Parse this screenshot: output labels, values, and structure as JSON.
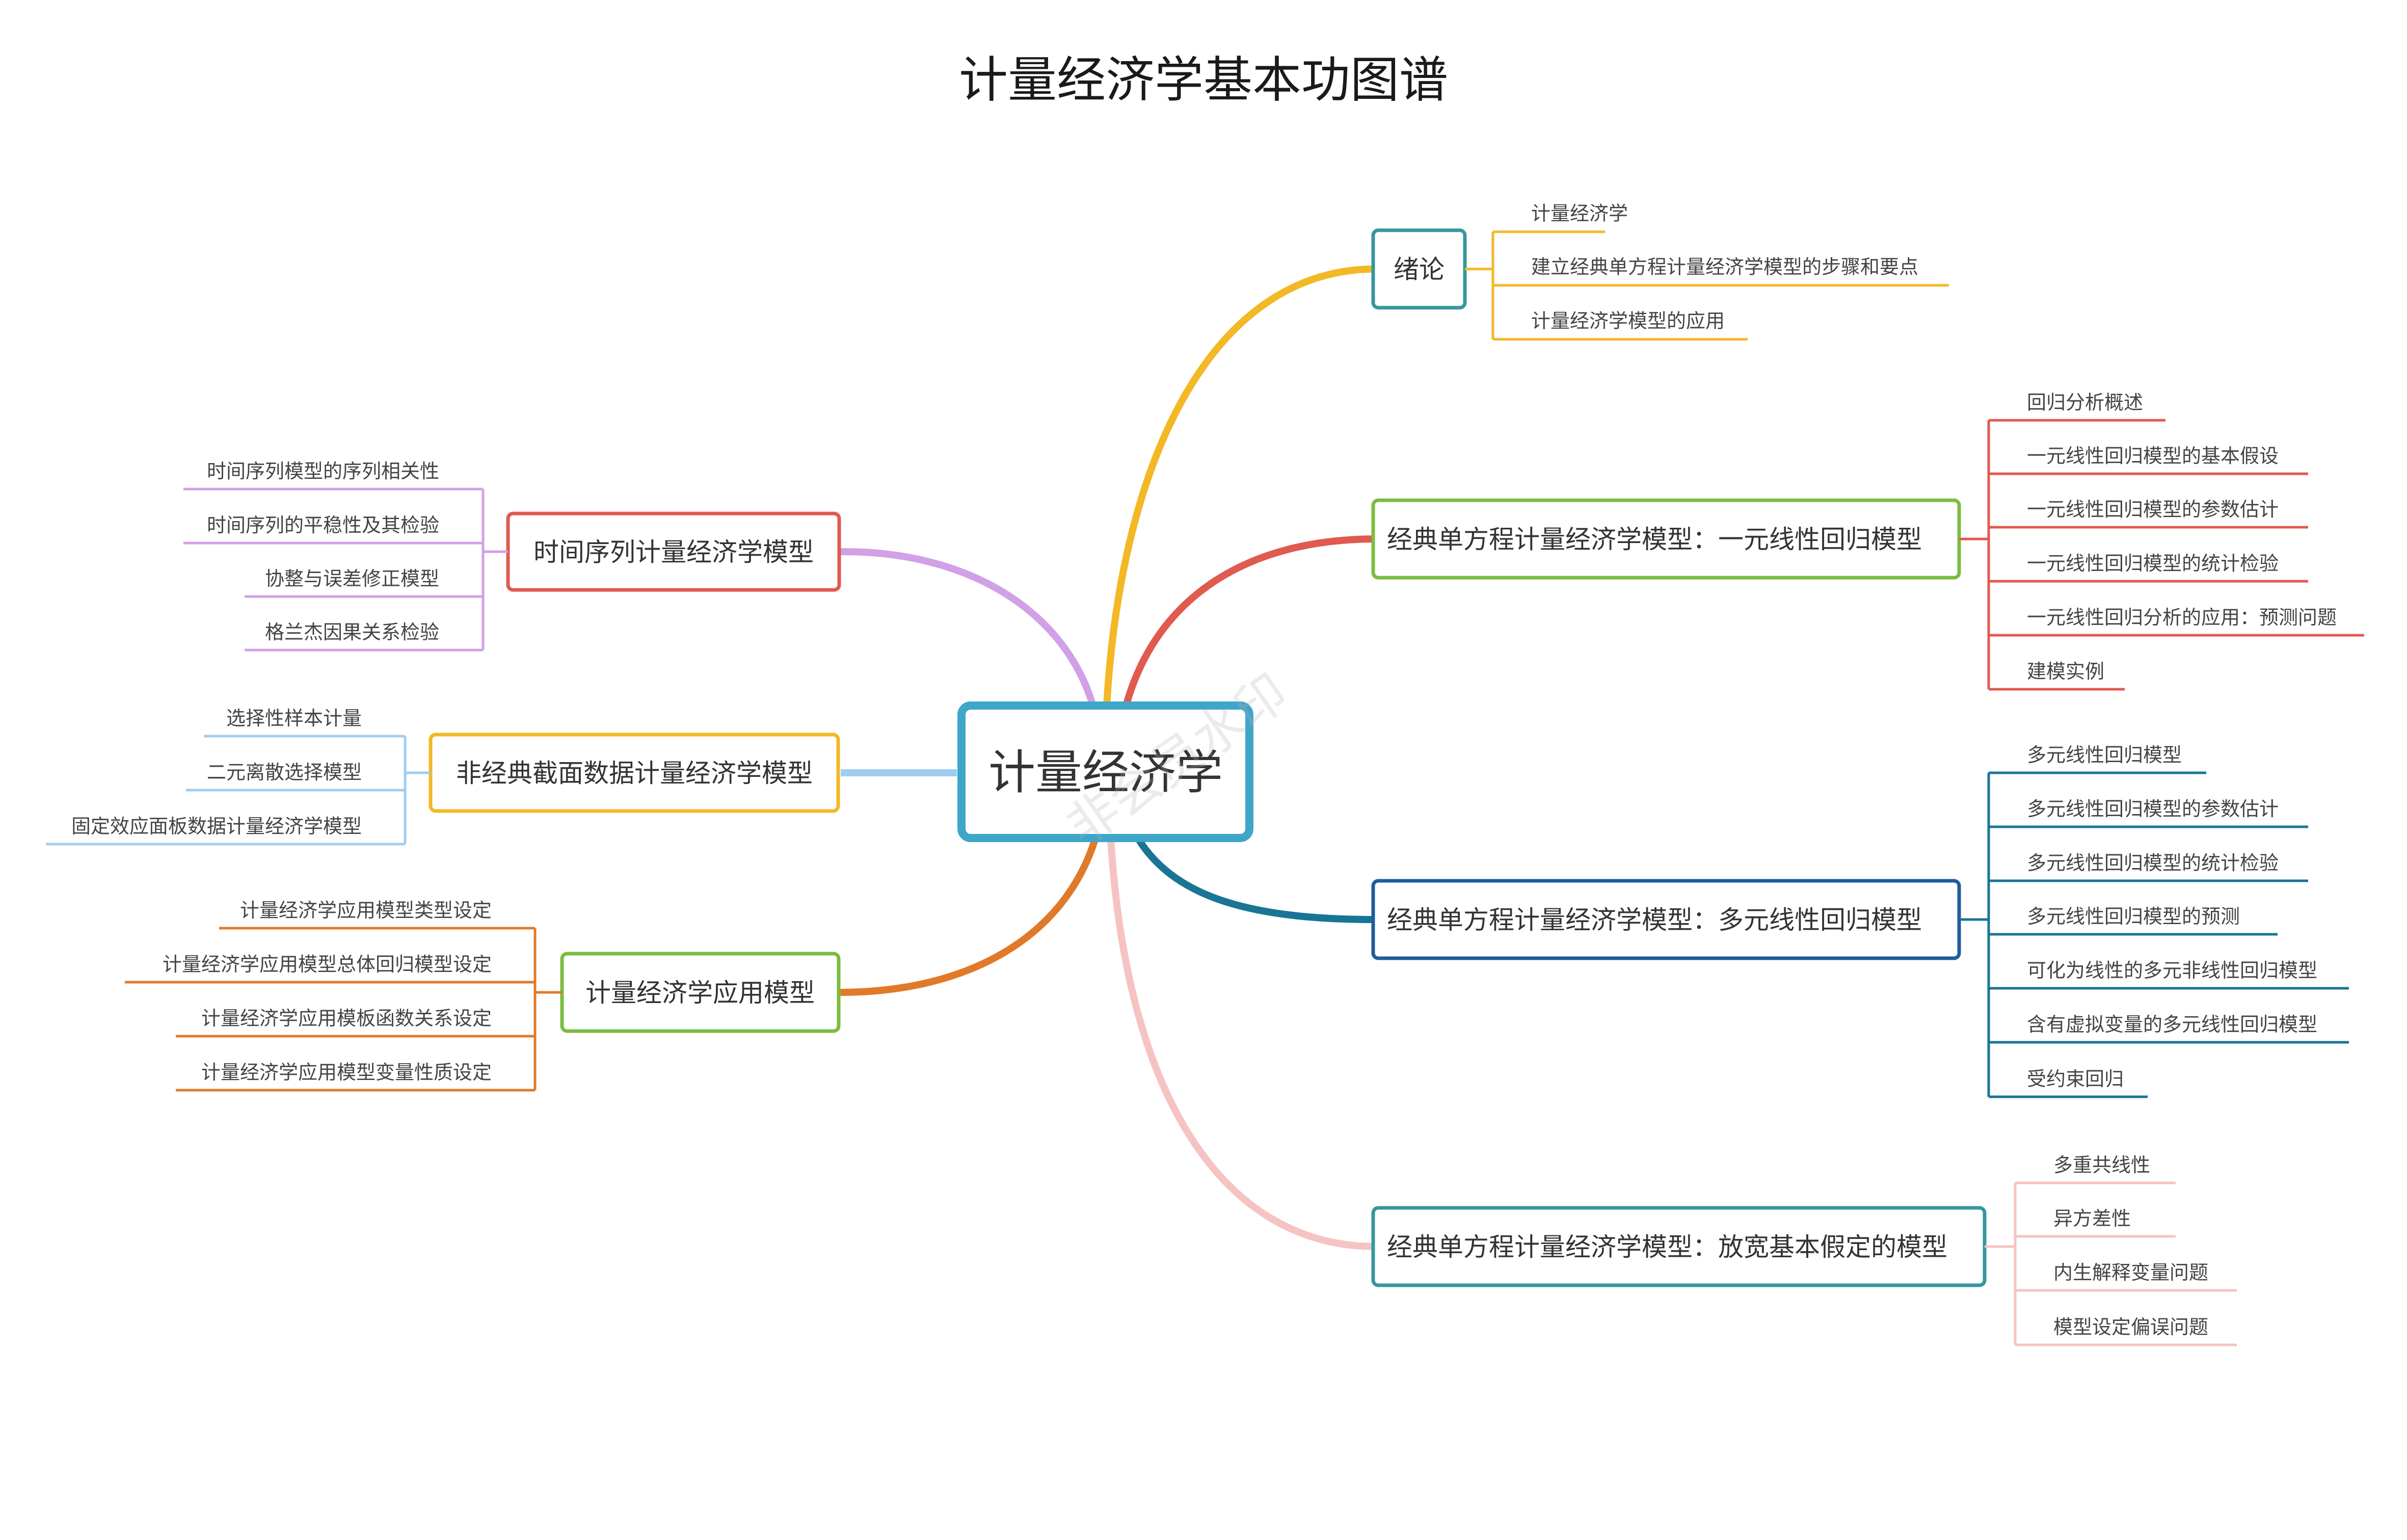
{
  "title": "计量经济学基本功图谱",
  "center": {
    "label": "计量经济学",
    "color": "#3ea6c8"
  },
  "watermark": "非会员水印",
  "branches": {
    "intro": {
      "label": "绪论",
      "color": "#f3b825",
      "border": "#36979e",
      "leaves": [
        "计量经济学",
        "建立经典单方程计量经济学模型的步骤和要点",
        "计量经济学模型的应用"
      ]
    },
    "single_linear": {
      "label": "经典单方程计量经济学模型：一元线性回归模型",
      "color": "#e05a4f",
      "border": "#7bbd3f",
      "leaves": [
        "回归分析概述",
        "一元线性回归模型的基本假设",
        "一元线性回归模型的参数估计",
        "一元线性回归模型的统计检验",
        "一元线性回归分析的应用：预测问题",
        "建模实例"
      ]
    },
    "multi_linear": {
      "label": "经典单方程计量经济学模型：多元线性回归模型",
      "color": "#1a7595",
      "border": "#1f5c9e",
      "leaves": [
        "多元线性回归模型",
        "多元线性回归模型的参数估计",
        "多元线性回归模型的统计检验",
        "多元线性回归模型的预测",
        "可化为线性的多元非线性回归模型",
        "含有虚拟变量的多元线性回归模型",
        "受约束回归"
      ]
    },
    "relaxed": {
      "label": "经典单方程计量经济学模型：放宽基本假定的模型",
      "color": "#f6c3c3",
      "border": "#36979e",
      "leaves": [
        "多重共线性",
        "异方差性",
        "内生解释变量问题",
        "模型设定偏误问题"
      ]
    },
    "time_series": {
      "label": "时间序列计量经济学模型",
      "color": "#d2a0e6",
      "border": "#e05a4f",
      "leaves": [
        "时间序列模型的序列相关性",
        "时间序列的平稳性及其检验",
        "协整与误差修正模型",
        "格兰杰因果关系检验"
      ]
    },
    "cross_section": {
      "label": "非经典截面数据计量经济学模型",
      "color": "#9fcdf2",
      "border": "#f3b825",
      "leaves": [
        "选择性样本计量",
        "二元离散选择模型",
        "固定效应面板数据计量经济学模型"
      ]
    },
    "application": {
      "label": "计量经济学应用模型",
      "color": "#e07a2a",
      "border": "#7bbd3f",
      "leaves": [
        "计量经济学应用模型类型设定",
        "计量经济学应用模型总体回归模型设定",
        "计量经济学应用模板函数关系设定",
        "计量经济学应用模型变量性质设定"
      ]
    }
  }
}
